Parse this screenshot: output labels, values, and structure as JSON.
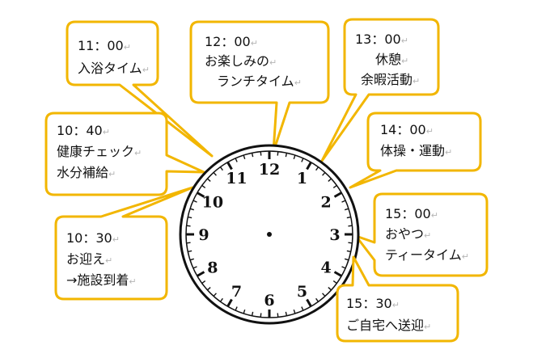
{
  "colors": {
    "callout_border": "#f2b600",
    "callout_fill": "#ffffff",
    "text": "#111111",
    "return_mark": "#b5b5b5",
    "clock_ink": "#111111"
  },
  "callouts": [
    {
      "id": "1100",
      "time": "11：00",
      "lines": [
        "入浴タイム"
      ]
    },
    {
      "id": "1200",
      "time": "12：00",
      "lines": [
        "お楽しみの",
        "ランチタイム"
      ]
    },
    {
      "id": "1300",
      "time": "13：00",
      "lines": [
        "休憩",
        "余暇活動"
      ]
    },
    {
      "id": "1040",
      "time": "10：40",
      "lines": [
        "健康チェック",
        "水分補給"
      ]
    },
    {
      "id": "1400",
      "time": "14：00",
      "lines": [
        "体操・運動"
      ]
    },
    {
      "id": "1030",
      "time": "10：30",
      "lines": [
        "お迎え",
        "→施設到着"
      ]
    },
    {
      "id": "1500",
      "time": "15：00",
      "lines": [
        "おやつ",
        "ティータイム"
      ]
    },
    {
      "id": "1530",
      "time": "15：30",
      "lines": [
        "ご自宅へ送迎"
      ]
    }
  ],
  "clock": {
    "numerals": [
      "12",
      "1",
      "2",
      "3",
      "4",
      "5",
      "6",
      "7",
      "8",
      "9",
      "10",
      "11"
    ]
  },
  "return_mark": "↵"
}
